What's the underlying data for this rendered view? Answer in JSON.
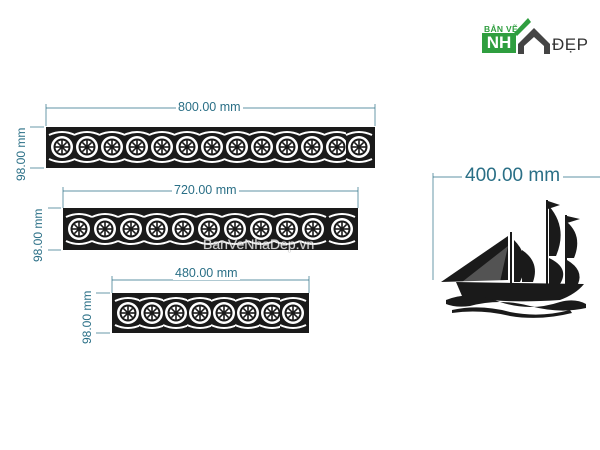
{
  "logo": {
    "line1": "BẢN VẼ",
    "nh": "NH",
    "dep": "ĐẸP",
    "accent_color": "#2f9e3f"
  },
  "panels": [
    {
      "width_label": "800.00 mm",
      "height_label": "98.00 mm",
      "motifs": 13
    },
    {
      "width_label": "720.00 mm",
      "height_label": "98.00 mm",
      "motifs": 11
    },
    {
      "width_label": "480.00 mm",
      "height_label": "98.00 mm",
      "motifs": 8
    }
  ],
  "ship": {
    "width_label": "400.00 mm",
    "icon": "sailing-ship-icon"
  },
  "watermark": "BanVeNhaDep.vn",
  "colors": {
    "dimension": "#2a6f86",
    "pattern": "#1a1a1a"
  }
}
